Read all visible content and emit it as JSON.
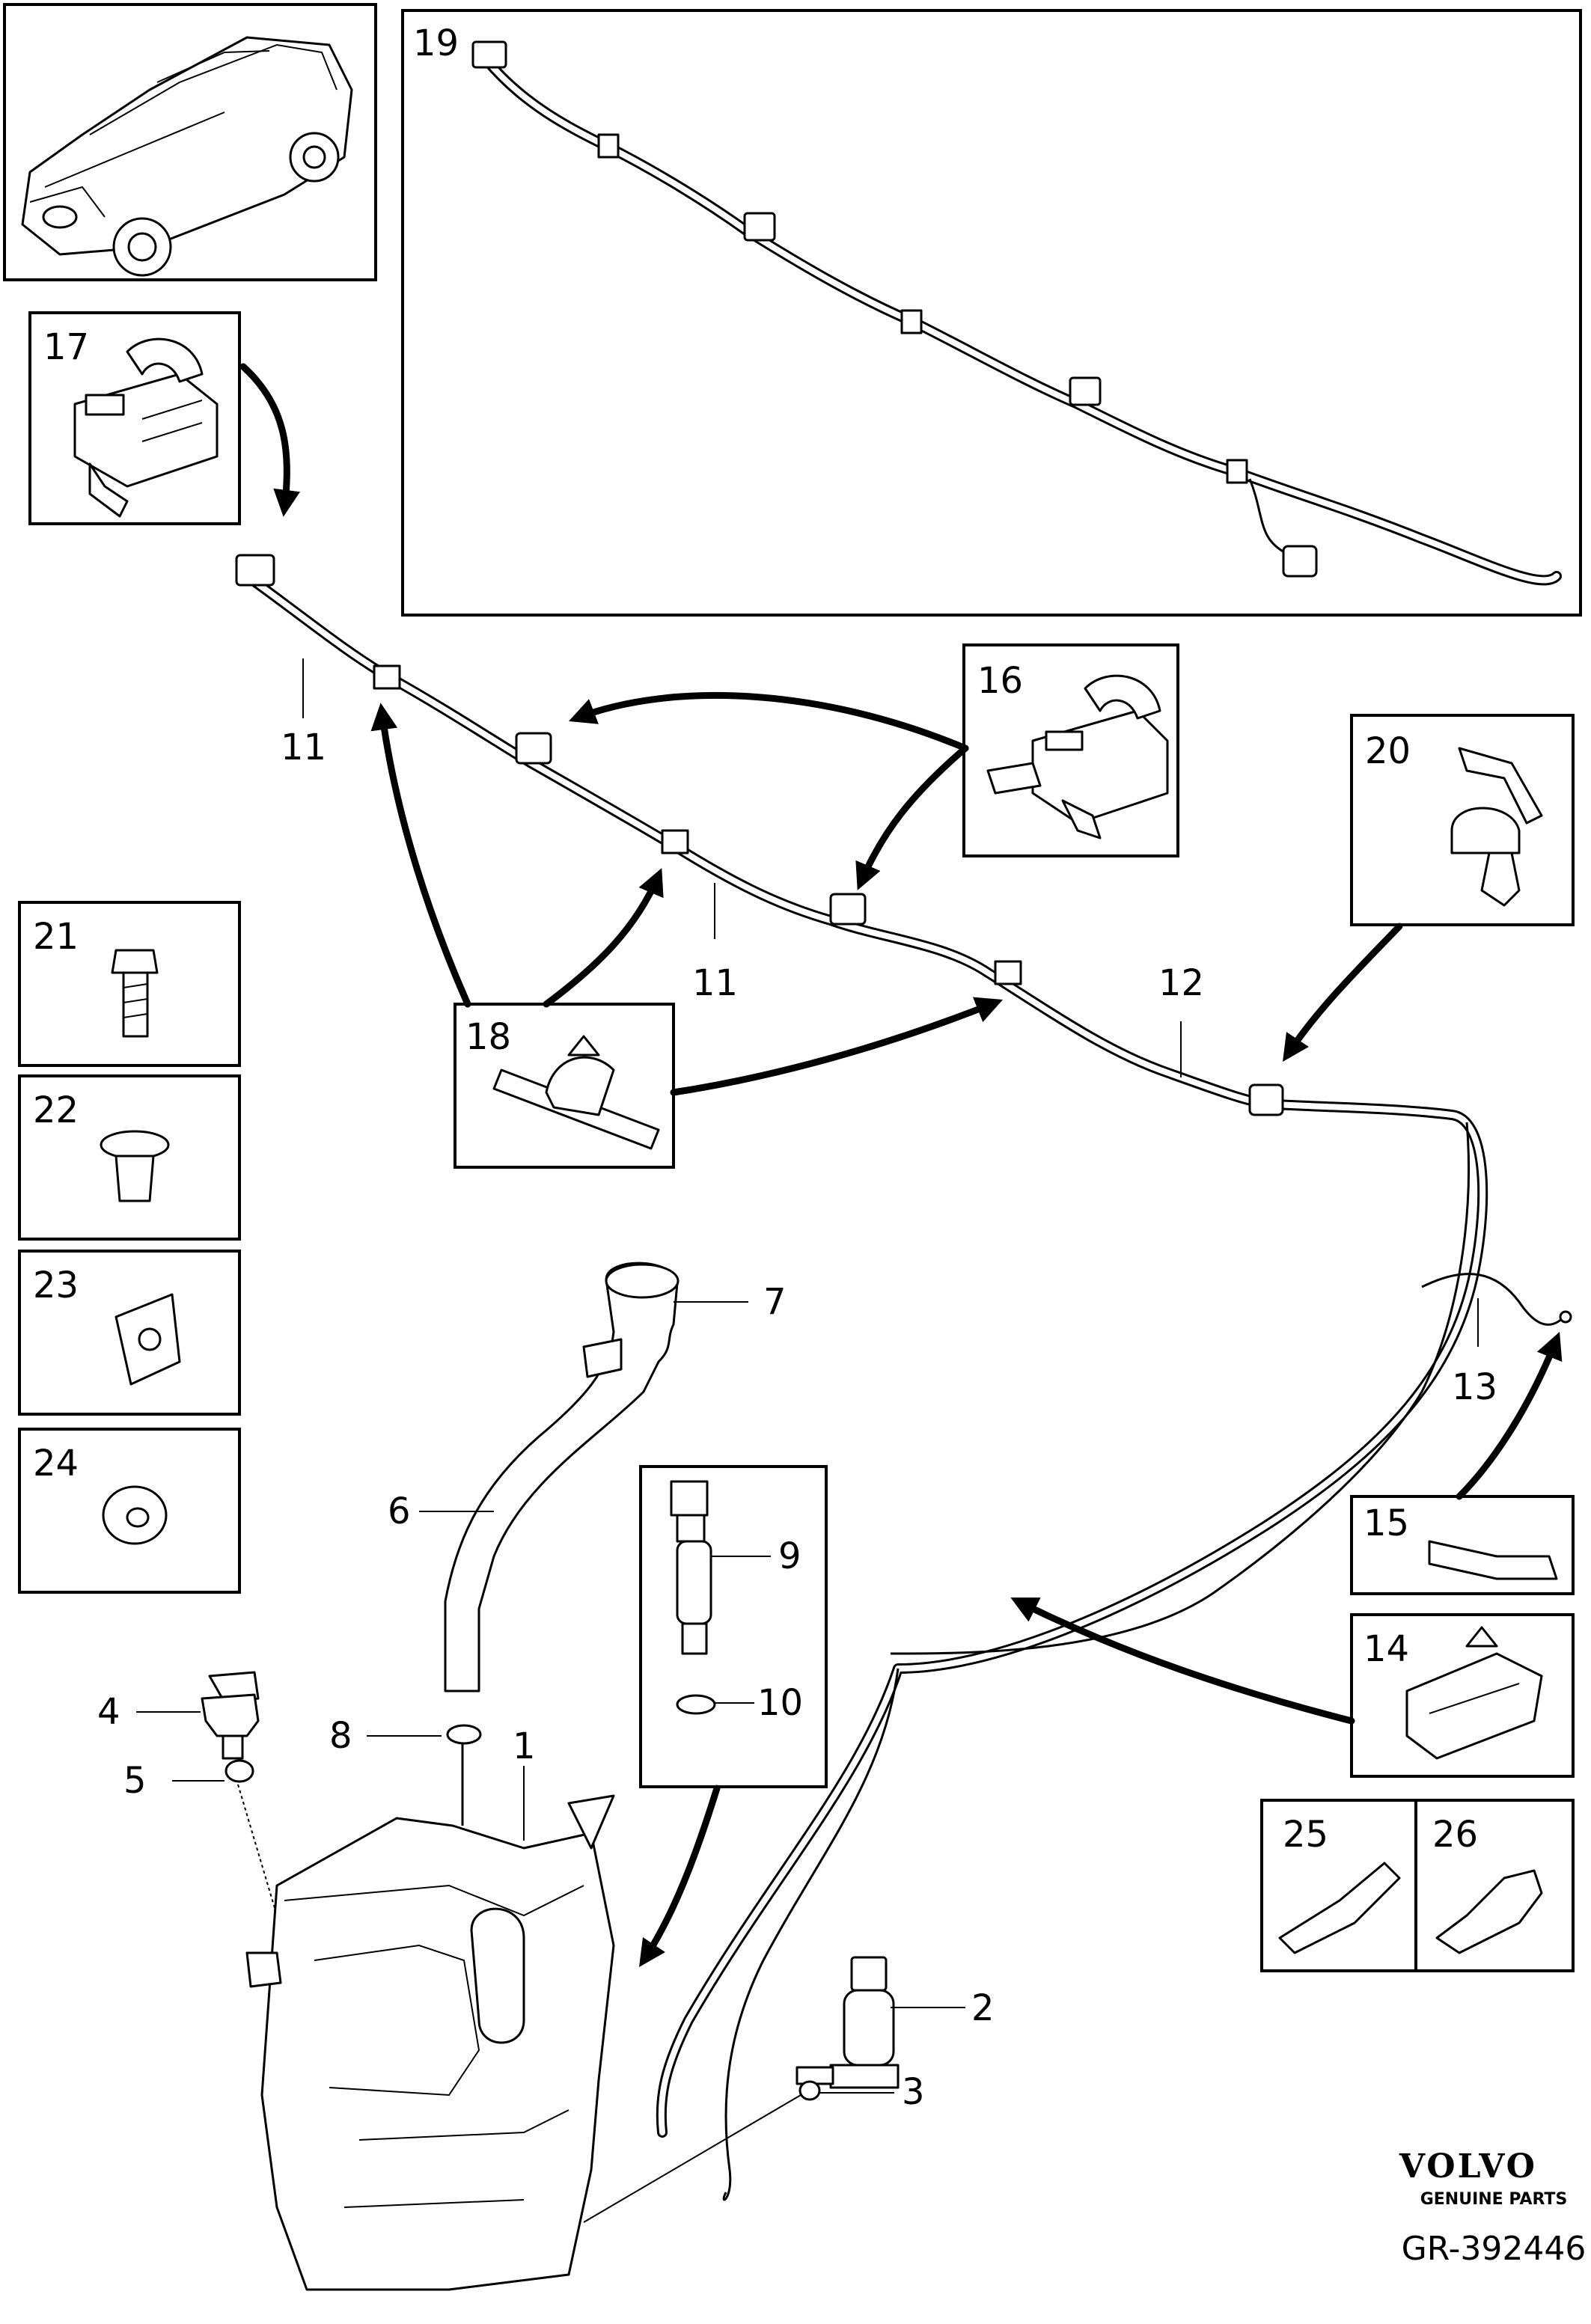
{
  "callouts": {
    "n1": "1",
    "n2": "2",
    "n3": "3",
    "n4": "4",
    "n5": "5",
    "n6": "6",
    "n7": "7",
    "n8": "8",
    "n9": "9",
    "n10": "10",
    "n11a": "11",
    "n11b": "11",
    "n12": "12",
    "n13": "13",
    "n14": "14",
    "n15": "15",
    "n16": "16",
    "n17": "17",
    "n18": "18",
    "n19": "19",
    "n20": "20",
    "n21": "21",
    "n22": "22",
    "n23": "23",
    "n24": "24",
    "n25": "25",
    "n26": "26"
  },
  "footer": {
    "brand": "VOLVO",
    "tagline": "GENUINE PARTS",
    "reference": "GR-392446"
  },
  "icons": [
    "vehicle-thumbnail-icon",
    "nozzle-icon",
    "clip-icon",
    "bolt-icon",
    "plug-rivet-icon",
    "speed-nut-icon",
    "washer-icon",
    "connector-icon",
    "pump-icon",
    "reservoir-icon"
  ]
}
